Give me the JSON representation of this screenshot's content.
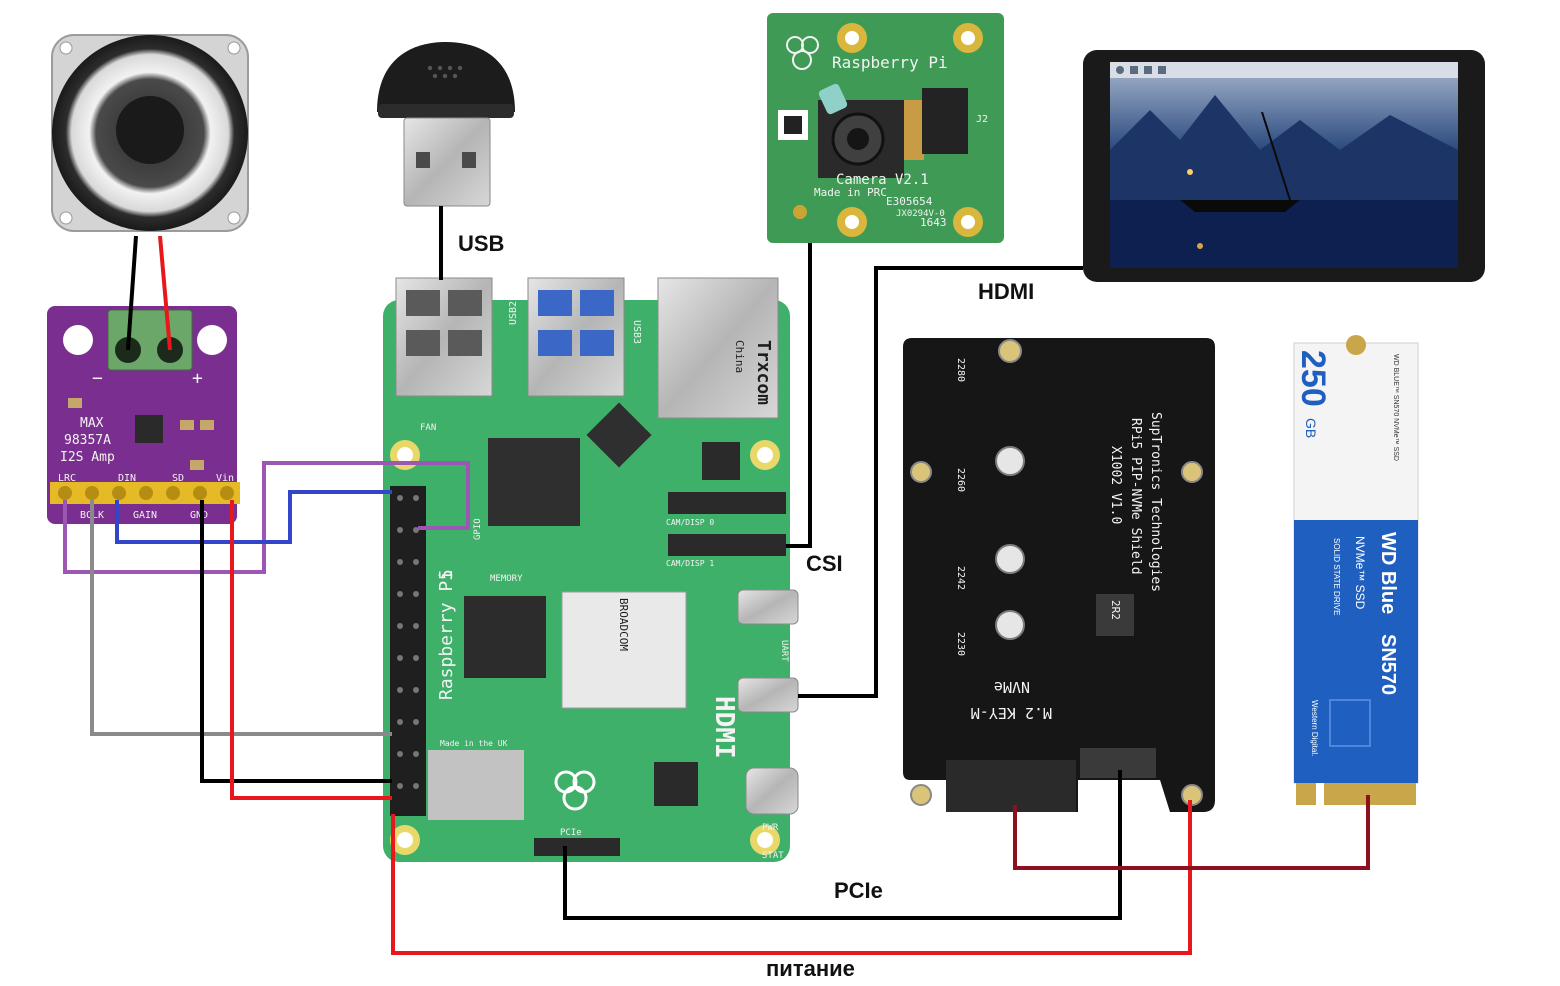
{
  "labels": {
    "usb": "USB",
    "hdmi": "HDMI",
    "csi": "CSI",
    "pcie": "PCIe",
    "power": "питание"
  },
  "amp": {
    "line1": "MAX",
    "line2": "98357A",
    "line3": "I2S Amp",
    "pin_lrc": "LRC",
    "pin_bclk": "BCLK",
    "pin_din": "DIN",
    "pin_gain": "GAIN",
    "pin_sd": "SD",
    "pin_gnd": "GND",
    "pin_vin": "Vin",
    "minus": "−",
    "plus": "+"
  },
  "camera": {
    "brand": "Raspberry Pi",
    "model": "Camera V2.1",
    "made": "Made in PRC",
    "code1": "E305654",
    "code2": "JX0294V-0",
    "code3": "1643",
    "j2": "J2"
  },
  "rpi": {
    "name": "Raspberry Pi",
    "ver": "5",
    "hdmi": "HDMI",
    "usb2": "USB2",
    "usb3": "USB3",
    "trxcom": "Trxcom",
    "china": "China",
    "ic": "BROADCOM",
    "ram": "MEMORY",
    "camdisp0": "CAM/DISP 0",
    "camdisp1": "CAM/DISP 1",
    "pcie": "PCIe",
    "fan": "FAN",
    "uart": "UART",
    "pwr": "PWR",
    "stat": "STAT",
    "gpio": "GPIO",
    "made_uk": "Made in the UK"
  },
  "shield": {
    "brand": "SupTronics Technologies",
    "title": "RPi5 PIP-NVMe Shield",
    "model": "X1002 V1.0",
    "m2": "M.2 KEY-M",
    "nvme": "NVMe",
    "s2280": "2280",
    "s2260": "2260",
    "s2242": "2242",
    "s2230": "2230",
    "inductor": "2R2"
  },
  "ssd": {
    "capacity": "250",
    "unit": "GB",
    "brand": "WD Blue",
    "model": "SN570",
    "nvme": "NVMe™ SSD",
    "ssd_text": "SOLID STATE DRIVE",
    "maker": "Western Digital.",
    "small": "WD BLUE™ SN570 NVMe™ SSD"
  },
  "colors": {
    "wire_black": "#000000",
    "wire_red": "#e8171b",
    "wire_purple": "#9b57b3",
    "wire_blue": "#3345c8",
    "wire_gray": "#8a8a8a",
    "wire_darkred": "#8e0f1e",
    "rpi_green": "#3fb06a",
    "amp_purple": "#7a2e8f",
    "cam_green": "#3f9a55",
    "ssd_blue": "#1f5fbf"
  }
}
